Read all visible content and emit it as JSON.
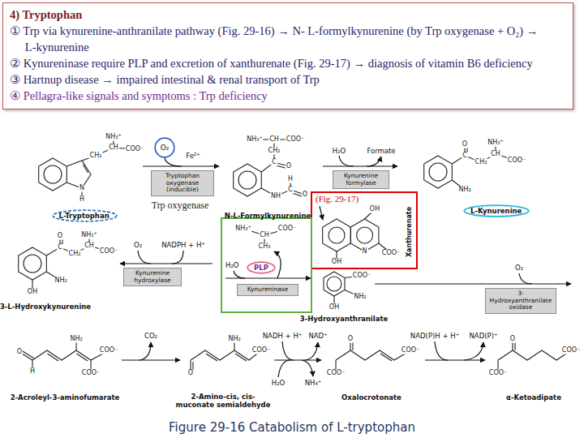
{
  "diagram": {
    "caption": "Figure 29-16 Catabolism of L-tryptophan",
    "nodes": [
      {
        "text": [
          "4) Tryptophan",
          "① Trp via kynurenine-anthranilate pathway (Fig. 29-16) → N- L-formylkynurenine (by Trp oxygenase + O₂) → L-kynurenine",
          "② Kynureninase require PLP and excretion of xanthurenate (Fig. 29-17) → diagnosis of vitamin B6 deficiency",
          "③ Hartnup disease → impaired intestinal & renal transport of Trp",
          "④ Pellagra-like signals and symptoms : Trp deficiency"
        ]
      },
      {
        "text": [
          "O₂"
        ]
      },
      {
        "text": [
          "Tryptophan oxygenase (inducible)"
        ]
      },
      {
        "text": [
          "L-Tryptophan"
        ]
      },
      {
        "text": [
          "Kynurenine formylase"
        ]
      },
      {
        "text": [
          "(Fig. 29-17)",
          "Xanthurenate"
        ]
      },
      {
        "text": [
          "L-Kynurenine"
        ]
      },
      {
        "text": [
          "Kynurenine hydroxylase"
        ]
      },
      {
        "text": [
          "H₂O"
        ]
      },
      {
        "text": [
          "PLP"
        ],
        "in": 8
      },
      {
        "text": [
          "Kynureninase"
        ],
        "in": 8
      },
      {
        "text": [
          "3-Hydroxyanthranilate oxidase"
        ]
      }
    ],
    "labels": [
      "Fe²⁺",
      "Trp oxygenase",
      "H₂O",
      "Formate",
      "NH₃⁺",
      "CH",
      "COO⁻",
      "CH₂",
      "N",
      "H",
      "NH₃⁺",
      "CH",
      "COO⁻",
      "CH₂",
      "C",
      "O",
      "NH",
      "C",
      "H",
      "O",
      "N-L-Formylkynurenine",
      "O",
      "C",
      "CH₂",
      "CH",
      "NH₃⁺",
      "COO⁻",
      "NH₂",
      "OH",
      "N",
      "COO⁻",
      "OH",
      "O",
      "NH₃⁺",
      "C",
      "CH",
      "COO⁻",
      "CH₂",
      "NH₂",
      "OH",
      "3-L-Hydroxykynurenine",
      "O₂",
      "NADPH + H⁺",
      "NH₃⁺",
      "CH",
      "COO⁻",
      "CH₃",
      "COO⁻",
      "NH₂",
      "OH",
      "3-Hydroxyanthranilate",
      "O₂",
      "O",
      "NH₂",
      "COO⁻",
      "H",
      "COO⁻",
      "2-Acroleyl-3-aminofumarate",
      "CO₂",
      "NH₂",
      "COO⁻",
      "O",
      "2-Amino-cis, cis-muconate semialdehyde",
      "NADH + H⁺",
      "NAD⁺",
      "H₂O",
      "NH₄⁺",
      "O",
      "COO⁻",
      "COO⁻",
      "Oxalocrotonate",
      "NAD(P)H + H⁺",
      "NAD(P)⁺",
      "O",
      "COO⁻",
      "COO⁻",
      "α-Ketoadipate"
    ]
  }
}
